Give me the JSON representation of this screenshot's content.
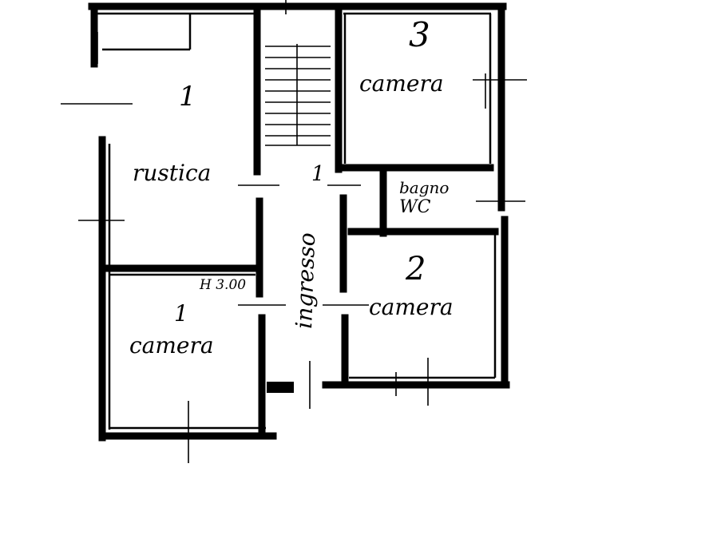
{
  "rooms": {
    "room_1_number": "1",
    "room_1_label": "camera",
    "room_2_number": "2",
    "room_2_label": "camera",
    "room_3_number": "3",
    "room_3_label": "camera",
    "rustica_number": "1",
    "rustica_label": "rustica",
    "bagno_label": "bagno",
    "bagno_wc": "WC",
    "corridor_label": "ingresso",
    "stair_marker": "1",
    "height_note": "H 3.00"
  }
}
